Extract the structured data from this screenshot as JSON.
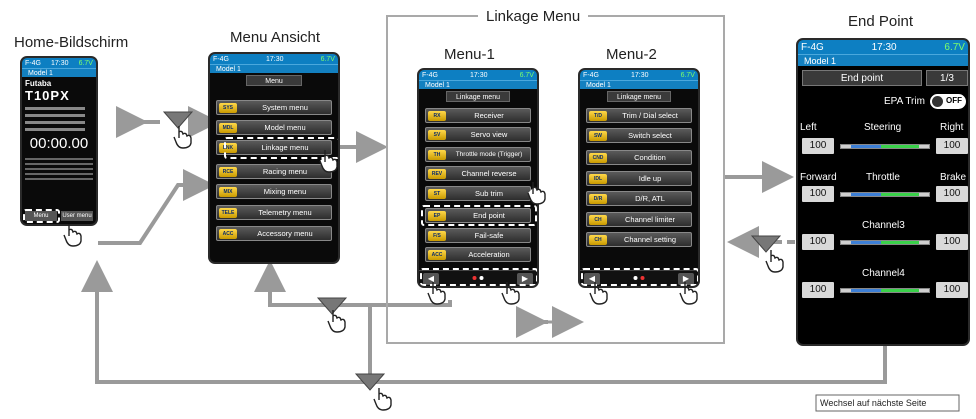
{
  "titles": {
    "home": "Home-Bildschirm",
    "menu": "Menu Ansicht",
    "linkage": "Linkage Menu",
    "menu1": "Menu-1",
    "menu2": "Menu-2",
    "endpoint": "End Point"
  },
  "footer_note": "Wechsel auf nächste Seite",
  "status": {
    "left": "F-4G",
    "time": "17:30",
    "battery": "6.7V"
  },
  "model": "Model 1",
  "home": {
    "brand": "Futaba",
    "model_name": "T10PX",
    "timer": "00:00.00",
    "btn_menu": "Menu",
    "btn_user": "User menu"
  },
  "menu_view": {
    "header": "Menu",
    "items": [
      {
        "icon": "SYS",
        "label": "System menu"
      },
      {
        "icon": "MDL",
        "label": "Model menu"
      },
      {
        "icon": "LNK",
        "label": "Linkage menu"
      },
      {
        "icon": "RCE",
        "label": "Racing menu"
      },
      {
        "icon": "MIX",
        "label": "Mixing menu"
      },
      {
        "icon": "TELE",
        "label": "Telemetry menu"
      },
      {
        "icon": "ACC",
        "label": "Accessory menu"
      }
    ]
  },
  "menu1": {
    "header": "Linkage menu",
    "items": [
      {
        "icon": "RX",
        "label": "Receiver"
      },
      {
        "icon": "SV",
        "label": "Servo view"
      },
      {
        "icon": "TH",
        "label": "Throttle mode (Trigger)"
      },
      {
        "icon": "REV",
        "label": "Channel reverse"
      },
      {
        "icon": "ST",
        "label": "Sub trim"
      },
      {
        "icon": "EP",
        "label": "End point"
      },
      {
        "icon": "F/S",
        "label": "Fail-safe"
      },
      {
        "icon": "ACC",
        "label": "Acceleration"
      }
    ]
  },
  "menu2": {
    "header": "Linkage menu",
    "items": [
      {
        "icon": "T/D",
        "label": "Trim / Dial select"
      },
      {
        "icon": "SW",
        "label": "Switch select"
      },
      {
        "icon": "CND",
        "label": "Condition"
      },
      {
        "icon": "IDL",
        "label": "Idle up"
      },
      {
        "icon": "D/R",
        "label": "D/R, ATL"
      },
      {
        "icon": "CH",
        "label": "Channel limiter"
      },
      {
        "icon": "CH",
        "label": "Channel setting"
      }
    ]
  },
  "endpoint": {
    "header": "End point",
    "page": "1/3",
    "epa_trim": "EPA Trim",
    "epa_state": "OFF",
    "rows": [
      {
        "left_label": "Left",
        "name": "Steering",
        "right_label": "Right",
        "left_val": "100",
        "right_val": "100"
      },
      {
        "left_label": "Forward",
        "name": "Throttle",
        "right_label": "Brake",
        "left_val": "100",
        "right_val": "100"
      },
      {
        "left_label": "",
        "name": "Channel3",
        "right_label": "",
        "left_val": "100",
        "right_val": "100"
      },
      {
        "left_label": "",
        "name": "Channel4",
        "right_label": "",
        "left_val": "100",
        "right_val": "100"
      }
    ]
  },
  "colors": {
    "arrow": "#9a9a9a",
    "status_blue": "#0d7fc2",
    "accent_green": "#3ad14a"
  }
}
